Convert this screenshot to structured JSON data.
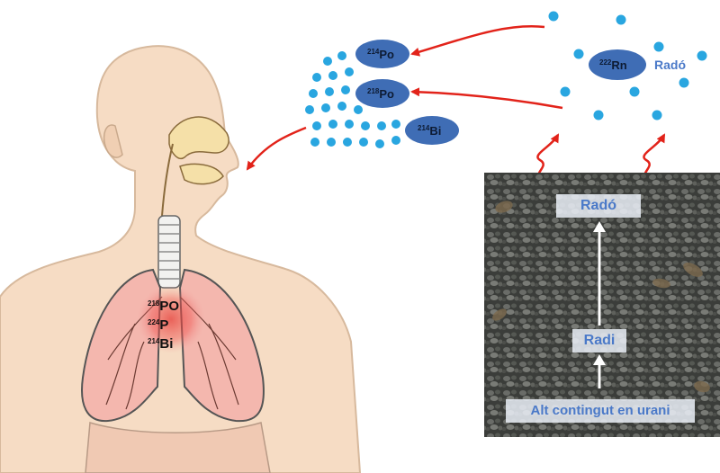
{
  "isotopes_air": [
    {
      "mass": "214",
      "symbol": "Po"
    },
    {
      "mass": "218",
      "symbol": "Po"
    },
    {
      "mass": "214",
      "symbol": "Bi"
    }
  ],
  "radon_source": {
    "mass": "222",
    "symbol": "Rn",
    "name": "Radó"
  },
  "lung_isotopes": [
    {
      "mass": "218",
      "symbol": "PO"
    },
    {
      "mass": "224",
      "symbol": "P"
    },
    {
      "mass": "214",
      "symbol": "Bi"
    }
  ],
  "soil_labels": {
    "top": "Radó",
    "middle": "Radi",
    "bottom": "Alt contingut en urani"
  },
  "colors": {
    "particle": "#29a6e0",
    "ellipse_fill": "#3f6db5",
    "arrow": "#e2231a",
    "skin": "#f6dcc4",
    "lung": "#f4b7ae",
    "label_blue": "#4a79c8"
  }
}
